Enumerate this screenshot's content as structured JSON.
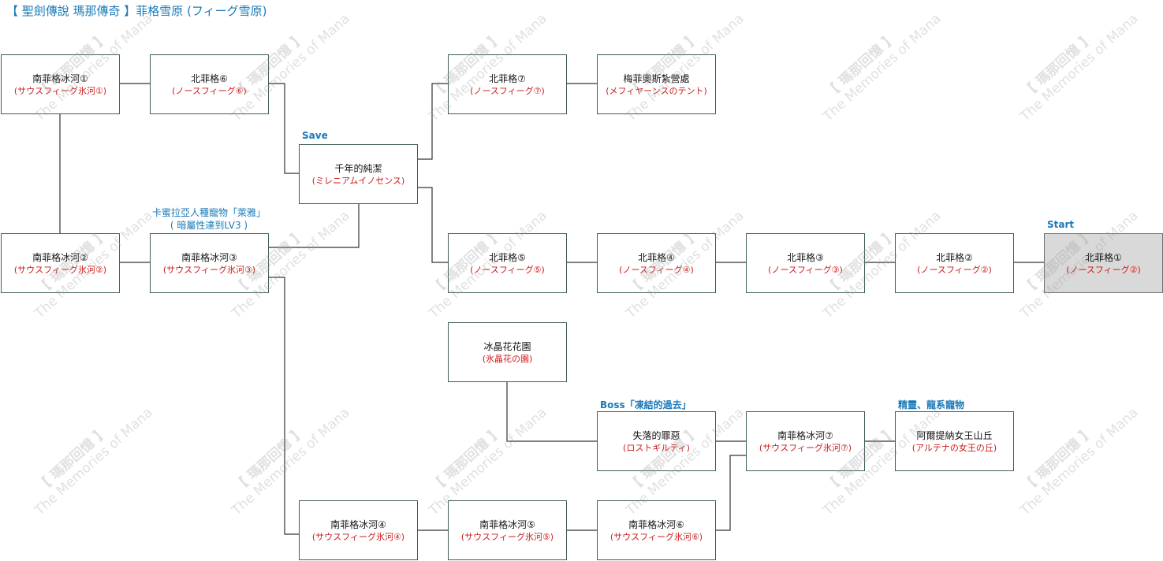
{
  "title": "【 聖劍傳說 瑪那傳奇 】菲格雪原 (フィーグ雪原)",
  "watermark": {
    "line1": "【 瑪那回憶 】",
    "line2": "The Memories of Mana"
  },
  "colors": {
    "title": "#1a7ab8",
    "subtitle": "#cc1a1a",
    "start_fill": "#d9d9d9",
    "border": "#3f5f4f"
  },
  "nodes": [
    {
      "id": "south1",
      "name": "南菲格冰河①",
      "jp": "(サウスフィーグ氷河①)"
    },
    {
      "id": "north6",
      "name": "北菲格⑥",
      "jp": "(ノースフィーグ⑥)"
    },
    {
      "id": "north7",
      "name": "北菲格⑦",
      "jp": "(ノースフィーグ⑦)"
    },
    {
      "id": "tent",
      "name": "梅菲奧斯紮營處",
      "jp": "(メフィヤーンスのテント)"
    },
    {
      "id": "millennium",
      "name": "千年的純潔",
      "jp": "(ミレニアムイノセンス)"
    },
    {
      "id": "south2",
      "name": "南菲格冰河②",
      "jp": "(サウスフィーグ氷河②)"
    },
    {
      "id": "south3",
      "name": "南菲格冰河③",
      "jp": "(サウスフィーグ氷河③)"
    },
    {
      "id": "north5",
      "name": "北菲格⑤",
      "jp": "(ノースフィーグ⑤)"
    },
    {
      "id": "north4",
      "name": "北菲格④",
      "jp": "(ノースフィーグ④)"
    },
    {
      "id": "north3",
      "name": "北菲格③",
      "jp": "(ノースフィーグ③)"
    },
    {
      "id": "north2",
      "name": "北菲格②",
      "jp": "(ノースフィーグ②)"
    },
    {
      "id": "north1",
      "name": "北菲格①",
      "jp": "(ノースフィーグ②)"
    },
    {
      "id": "icegarden",
      "name": "冰晶花花園",
      "jp": "(氷晶花の園)"
    },
    {
      "id": "lostguilty",
      "name": "失落的罪惡",
      "jp": "(ロストギルティ)"
    },
    {
      "id": "south7",
      "name": "南菲格冰河⑦",
      "jp": "(サウスフィーグ氷河⑦)"
    },
    {
      "id": "altena",
      "name": "阿爾提納女王山丘",
      "jp": "(アルテナの女王の丘)"
    },
    {
      "id": "south4",
      "name": "南菲格冰河④",
      "jp": "(サウスフィーグ氷河④)"
    },
    {
      "id": "south5",
      "name": "南菲格冰河⑤",
      "jp": "(サウスフィーグ氷河⑤)"
    },
    {
      "id": "south6",
      "name": "南菲格冰河⑥",
      "jp": "(サウスフィーグ氷河⑥)"
    }
  ],
  "start_node": "north1",
  "connections": [
    [
      "south1",
      "north6"
    ],
    [
      "south1",
      "south2"
    ],
    [
      "north6",
      "millennium"
    ],
    [
      "north7",
      "tent"
    ],
    [
      "millennium",
      "north7"
    ],
    [
      "millennium",
      "south3"
    ],
    [
      "millennium",
      "north5"
    ],
    [
      "south2",
      "south3"
    ],
    [
      "south3",
      "south4"
    ],
    [
      "north5",
      "north4"
    ],
    [
      "north4",
      "north3"
    ],
    [
      "north3",
      "north2"
    ],
    [
      "north2",
      "north1"
    ],
    [
      "icegarden",
      "lostguilty"
    ],
    [
      "lostguilty",
      "south7"
    ],
    [
      "south7",
      "altena"
    ],
    [
      "south6",
      "south7"
    ],
    [
      "south4",
      "south5"
    ],
    [
      "south5",
      "south6"
    ]
  ],
  "notes": {
    "save": "Save",
    "start": "Start",
    "pet_line1": "卡蜜拉亞人種寵物「萊雅」",
    "pet_line2": "( 暗屬性達到LV3 )",
    "boss": "Boss「凍結的過去」",
    "spirit": "精靈、龍系寵物"
  }
}
